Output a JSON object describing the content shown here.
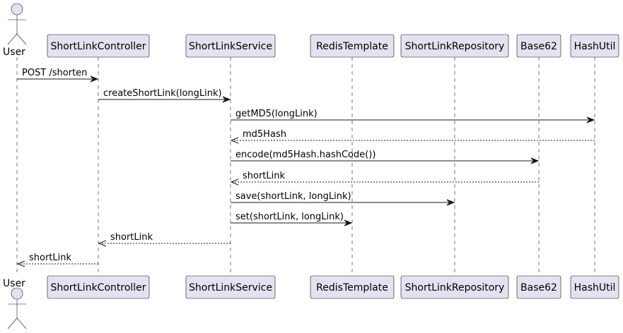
{
  "participants": [
    {
      "id": "user",
      "label": "User",
      "type": "actor"
    },
    {
      "id": "controller",
      "label": "ShortLinkController",
      "type": "box"
    },
    {
      "id": "service",
      "label": "ShortLinkService",
      "type": "box"
    },
    {
      "id": "redis",
      "label": "RedisTemplate",
      "type": "box"
    },
    {
      "id": "repo",
      "label": "ShortLinkRepository",
      "type": "box"
    },
    {
      "id": "base62",
      "label": "Base62",
      "type": "box"
    },
    {
      "id": "hashutil",
      "label": "HashUtil",
      "type": "box"
    }
  ],
  "messages": [
    {
      "from": "user",
      "to": "controller",
      "label": "POST /shorten",
      "kind": "call"
    },
    {
      "from": "controller",
      "to": "service",
      "label": "createShortLink(longLink)",
      "kind": "call"
    },
    {
      "from": "service",
      "to": "hashutil",
      "label": "getMD5(longLink)",
      "kind": "call"
    },
    {
      "from": "hashutil",
      "to": "service",
      "label": "md5Hash",
      "kind": "reply"
    },
    {
      "from": "service",
      "to": "base62",
      "label": "encode(md5Hash.hashCode())",
      "kind": "call"
    },
    {
      "from": "base62",
      "to": "service",
      "label": "shortLink",
      "kind": "reply"
    },
    {
      "from": "service",
      "to": "repo",
      "label": "save(shortLink, longLink)",
      "kind": "call"
    },
    {
      "from": "service",
      "to": "redis",
      "label": "set(shortLink, longLink)",
      "kind": "call"
    },
    {
      "from": "service",
      "to": "controller",
      "label": "shortLink",
      "kind": "reply"
    },
    {
      "from": "controller",
      "to": "user",
      "label": "shortLink",
      "kind": "reply"
    }
  ]
}
